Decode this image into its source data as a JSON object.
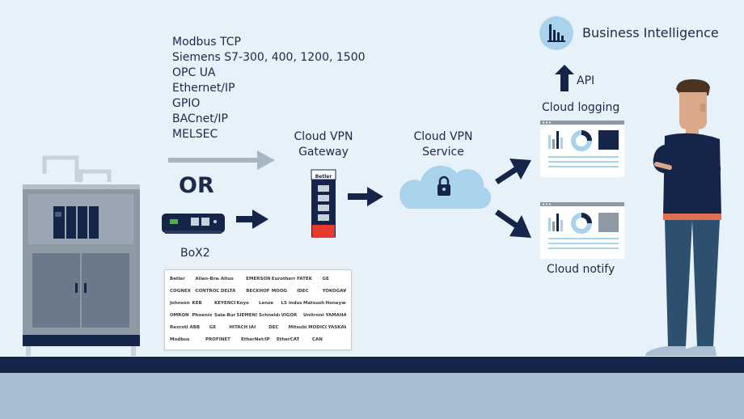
{
  "protocols": [
    "Modbus TCP",
    "Siemens S7-300, 400, 1200, 1500",
    "OPC UA",
    "Ethernet/IP",
    "GPIO",
    "BACnet/IP",
    "MELSEC"
  ],
  "or_label": "OR",
  "box2_label": "BoX2",
  "gateway_label": [
    "Cloud VPN",
    "Gateway"
  ],
  "service_label": [
    "Cloud VPN",
    "Service"
  ],
  "cloud_logging_label": "Cloud logging",
  "cloud_notify_label": "Cloud notify",
  "api_label": "API",
  "bi_label": "Business Intelligence",
  "gateway_brand": "Betler",
  "brands": [
    [
      "Betler",
      "Allen-Bradley",
      "Altus",
      "EMERSON",
      "Eurotherm",
      "FATEK",
      "GE"
    ],
    [
      "COGNEX",
      "CONTROLTECHNIQUES",
      "DELTA",
      "BECKHOFF",
      "MOOG",
      "IDEC",
      "YOKOGAWA"
    ],
    [
      "Johnson Controls",
      "KEB",
      "KEYENCE",
      "Koyo",
      "Lenze",
      "LS industrial",
      "Matsushita",
      "Honeywell"
    ],
    [
      "OMRON",
      "Phoenix",
      "Saia-Burgess",
      "SIEMENS",
      "Schneider Electric",
      "VIGOR",
      "Unitronics",
      "YAMAHA"
    ],
    [
      "Rexroth Bosch Group",
      "ABB",
      "GE",
      "HITACHI",
      "IAI",
      "DEC",
      "Mitsubishi",
      "MODICON",
      "YASKAWA"
    ],
    [
      "Modbus",
      "PROFINET",
      "EtherNet/IP",
      "EtherCAT",
      "CAN"
    ]
  ],
  "colors": {
    "background": "#e6f1f9",
    "navy": "#15254a",
    "accent_red": "#e63a2e",
    "cloud": "#a9d3ec",
    "skin": "#d9a989",
    "orange_belt": "#e07050",
    "ground": "#a8bfd0"
  }
}
